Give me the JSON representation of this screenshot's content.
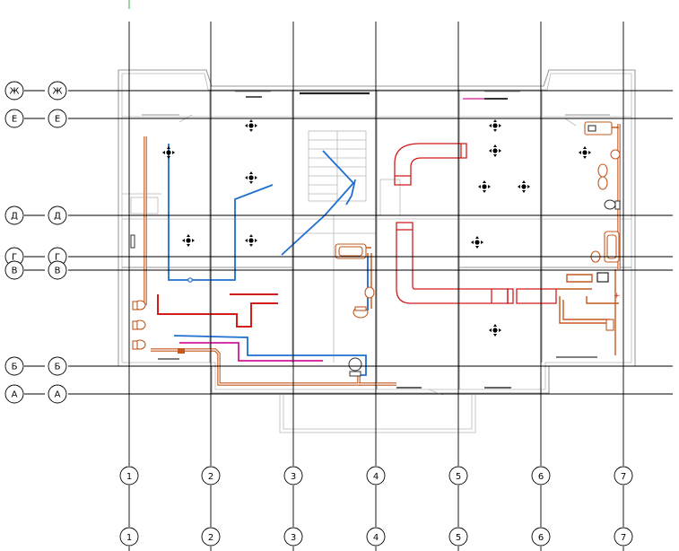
{
  "axes_rows": [
    {
      "id": "row-zh",
      "label": "Ж",
      "label2": "Ж"
    },
    {
      "id": "row-e",
      "label": "Е",
      "label2": "Е"
    },
    {
      "id": "row-d",
      "label": "Д",
      "label2": "Д"
    },
    {
      "id": "row-g",
      "label": "Г",
      "label2": "Г"
    },
    {
      "id": "row-v",
      "label": "В",
      "label2": "В"
    },
    {
      "id": "row-b",
      "label": "Б",
      "label2": "Б"
    },
    {
      "id": "row-a",
      "label": "А",
      "label2": "А"
    }
  ],
  "axes_cols": [
    {
      "id": "col-1",
      "label": "1",
      "label2": "1"
    },
    {
      "id": "col-2",
      "label": "2",
      "label2": "2"
    },
    {
      "id": "col-3",
      "label": "3",
      "label2": "3"
    },
    {
      "id": "col-4",
      "label": "4",
      "label2": "4"
    },
    {
      "id": "col-5",
      "label": "5",
      "label2": "5"
    },
    {
      "id": "col-6",
      "label": "6",
      "label2": "6"
    },
    {
      "id": "col-7",
      "label": "7",
      "label2": "7"
    }
  ],
  "colors": {
    "grid": "#000000",
    "walls": "#9a9a9a",
    "ventilation_duct": "#d21b1b",
    "heating_supply": "#d21b1b",
    "water_pipe": "#c4581f",
    "cold_water": "#1f6fd0",
    "hot_water": "#d2189c"
  },
  "icons": [
    "air-diffuser-icon",
    "toilet-icon",
    "sink-icon",
    "bathtub-icon",
    "radiator-icon"
  ]
}
